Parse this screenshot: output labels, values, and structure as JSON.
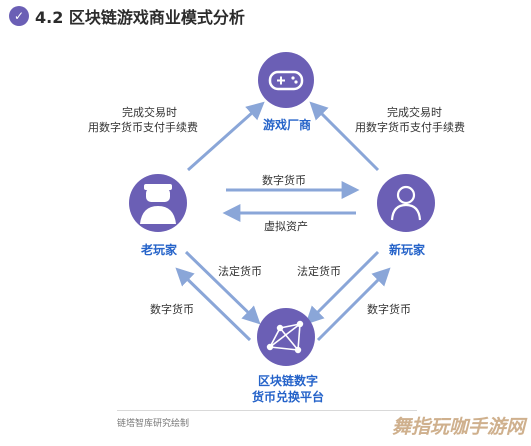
{
  "header": {
    "title": "4.2 区块链游戏商业模式分析"
  },
  "nodes": {
    "developer": {
      "label": "游戏厂商",
      "icon": "gamepad-icon"
    },
    "old_player": {
      "label": "老玩家",
      "icon": "user-silhouette-icon"
    },
    "new_player": {
      "label": "新玩家",
      "icon": "user-outline-icon"
    },
    "exchange": {
      "label_line1": "区块链数字",
      "label_line2": "货币兑换平台",
      "icon": "network-icon"
    }
  },
  "edges": {
    "old_to_dev_line1": "完成交易时",
    "old_to_dev_line2": "用数字货币支付手续费",
    "new_to_dev_line1": "完成交易时",
    "new_to_dev_line2": "用数字货币支付手续费",
    "old_to_new": "数字货币",
    "new_to_old": "虚拟资产",
    "old_to_exchange": "法定货币",
    "exchange_to_old": "数字货币",
    "new_to_exchange": "法定货币",
    "exchange_to_new": "数字货币"
  },
  "footer": {
    "source": "链塔智库研究绘制"
  },
  "watermark": {
    "text": "舞指玩咖手游网"
  },
  "colors": {
    "node_fill": "#6b5fb5",
    "arrow": "#8aa6d8",
    "label_blue": "#2563c9"
  }
}
